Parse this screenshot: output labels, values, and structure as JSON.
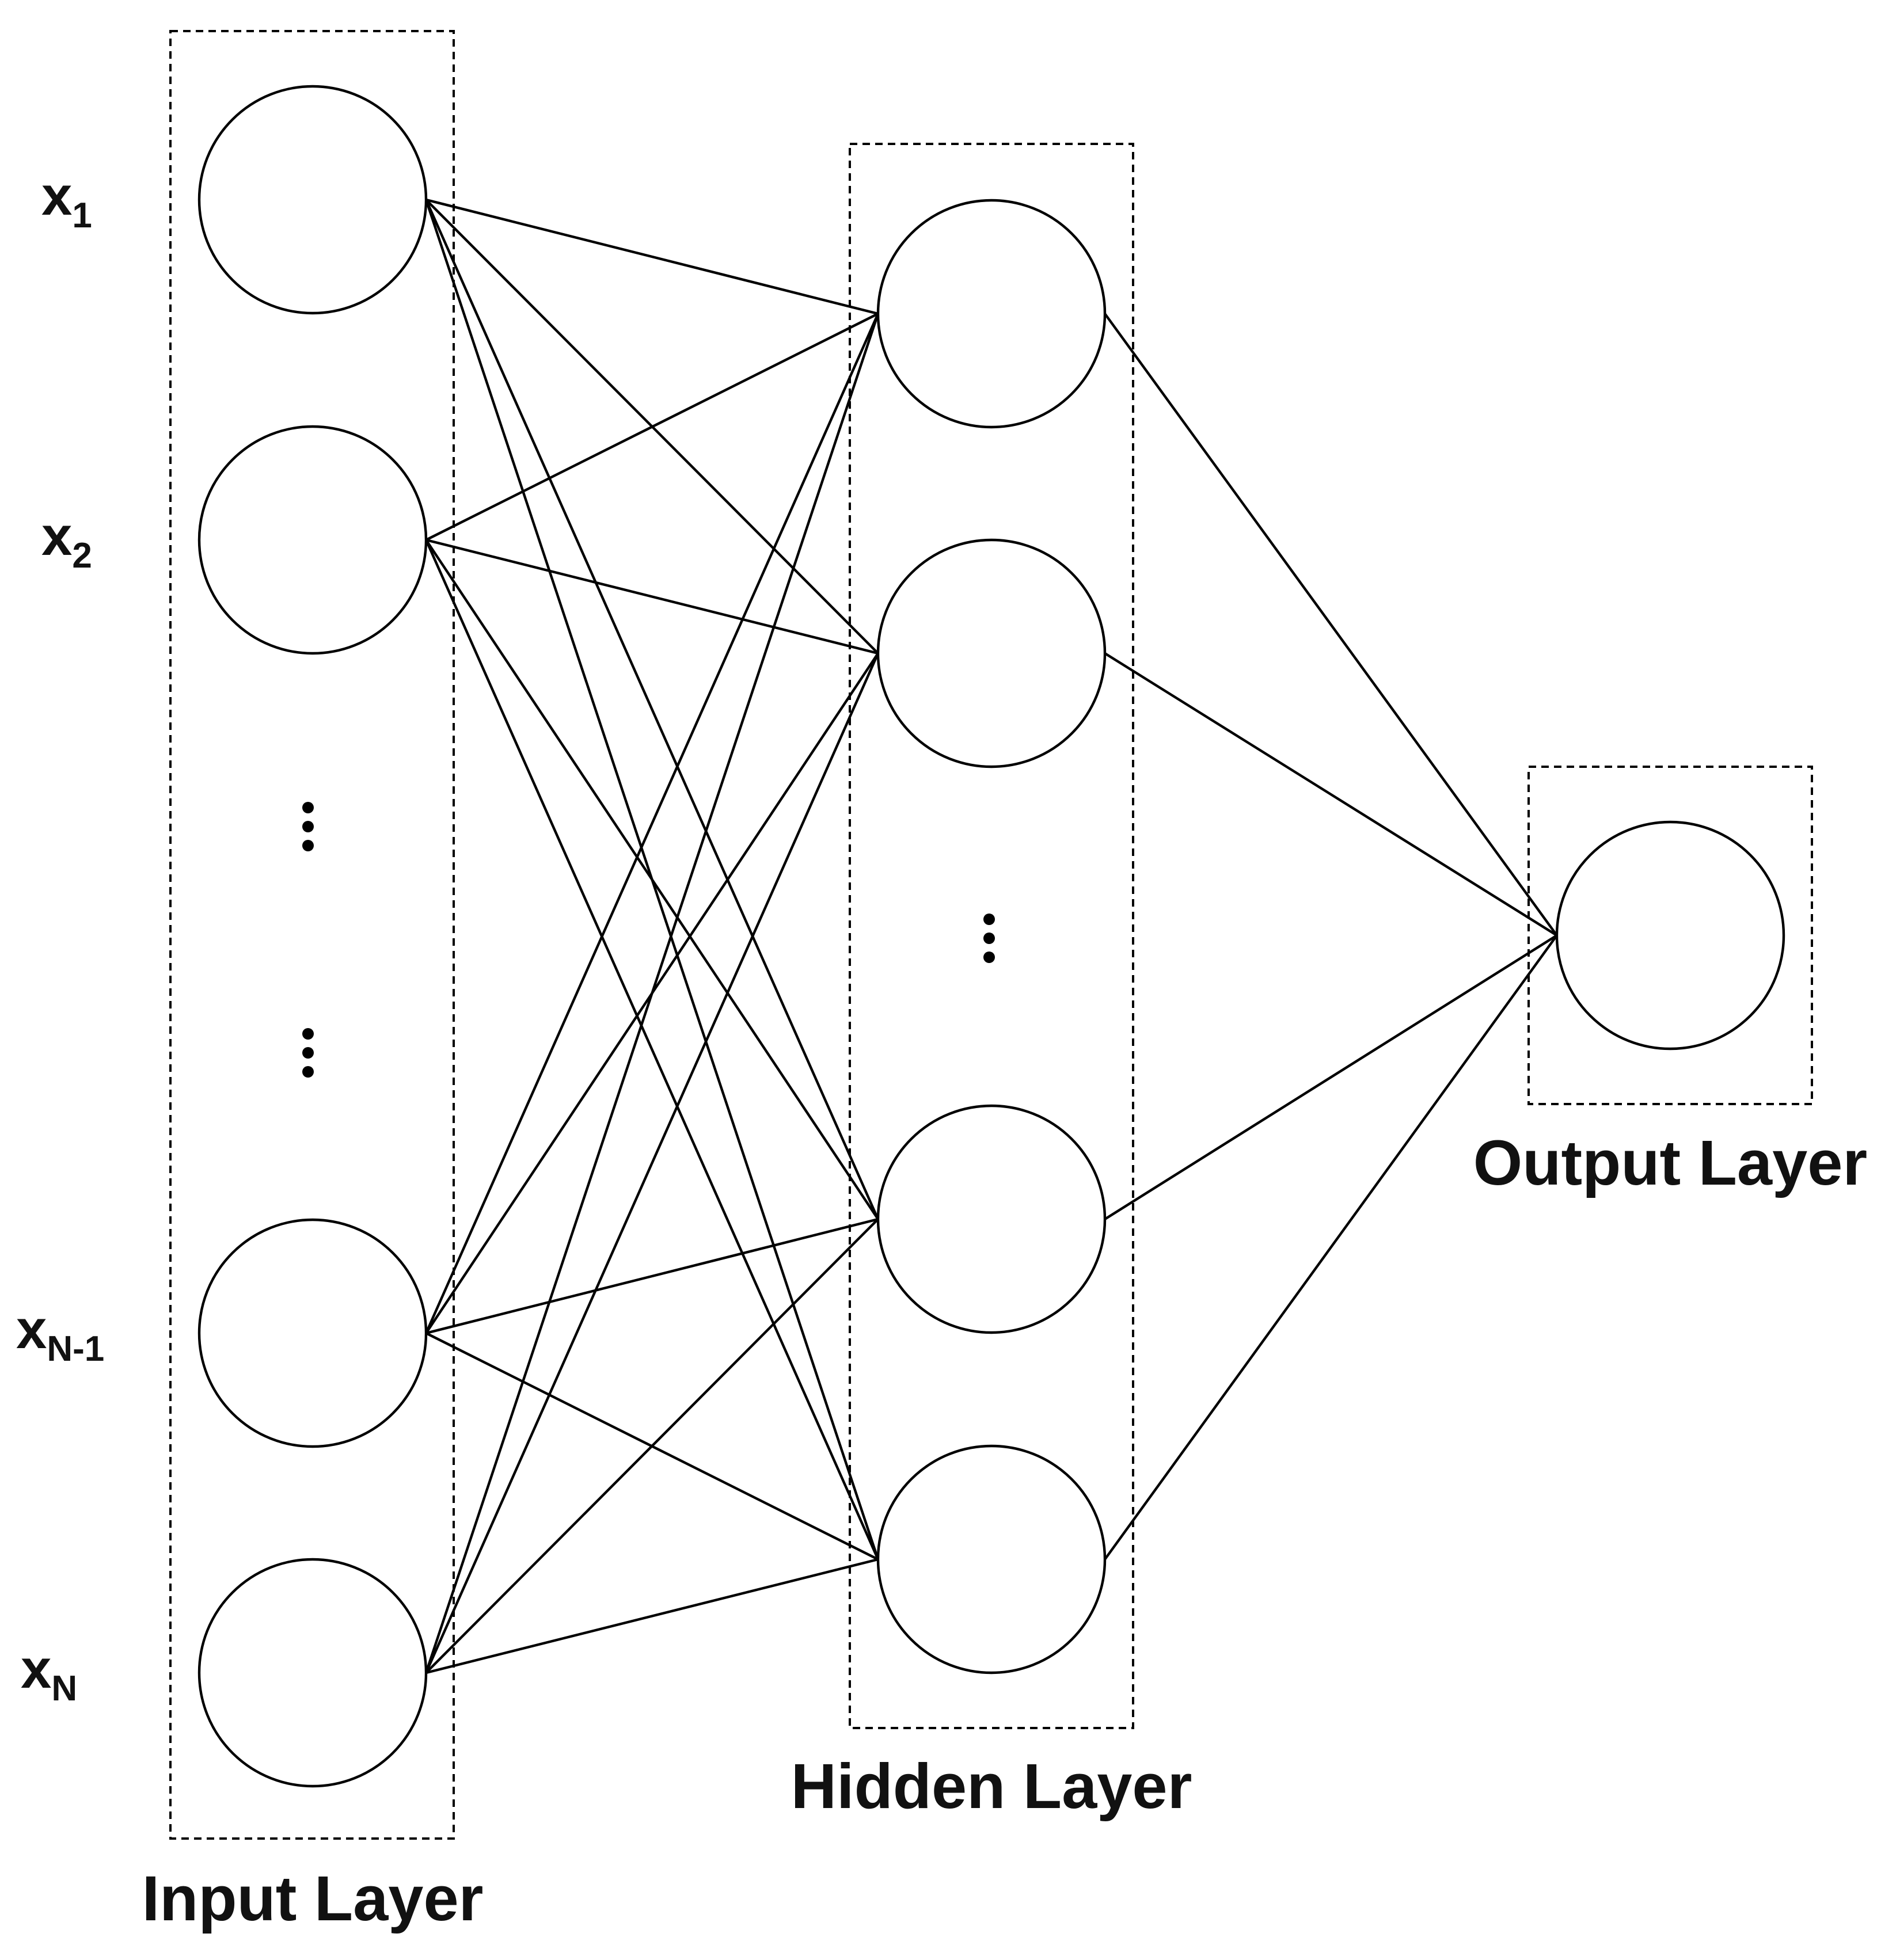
{
  "diagram": {
    "input_layer": {
      "label": "Input Layer",
      "inputs": [
        {
          "var": "x",
          "sub": "1"
        },
        {
          "var": "x",
          "sub": "2"
        },
        {
          "var": "x",
          "sub": "N-1"
        },
        {
          "var": "x",
          "sub": "N"
        }
      ]
    },
    "hidden_layer": {
      "label": "Hidden Layer"
    },
    "output_layer": {
      "label": "Output Layer"
    },
    "colors": {
      "stroke": "#000000",
      "background": "#ffffff"
    }
  }
}
